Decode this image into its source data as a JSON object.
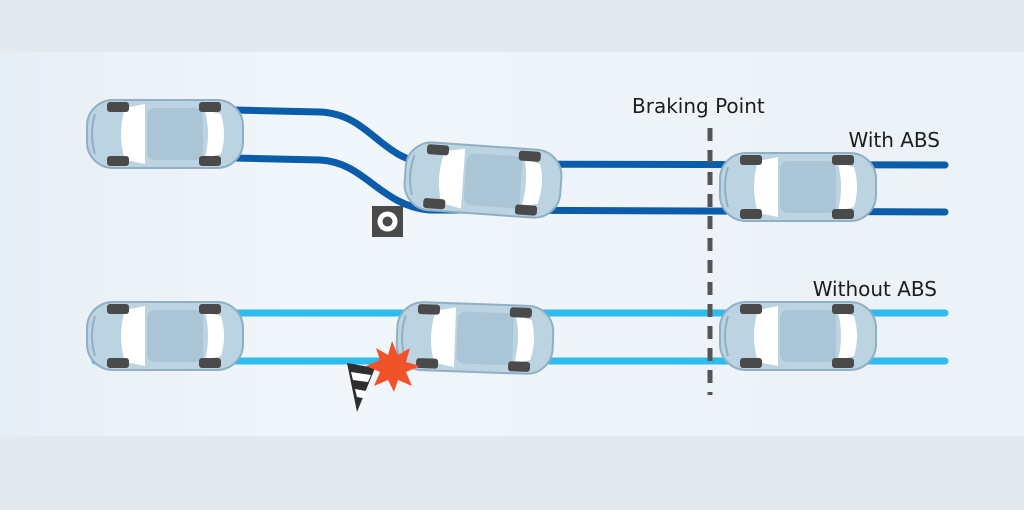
{
  "labels": {
    "braking_point": "Braking Point",
    "with_abs": "With ABS",
    "without_abs": "Without ABS"
  },
  "colors": {
    "with_abs_track": "#0b5cab",
    "without_abs_track": "#2ebbee",
    "car_body": "#b9d2e0",
    "tire": "#4a4a4a",
    "collision": "#f0522a",
    "background": "#e4e9ee"
  },
  "icons": [
    "abs-warning-icon",
    "traffic-cone-icon",
    "collision-burst-icon"
  ]
}
